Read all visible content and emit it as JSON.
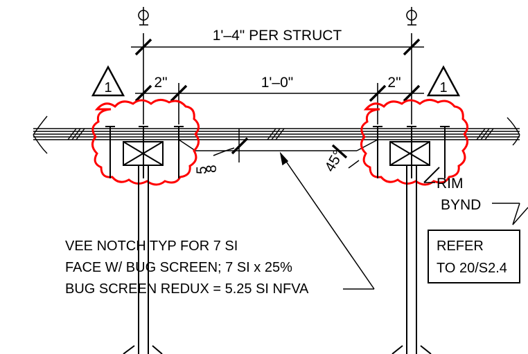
{
  "drawing": {
    "centerline_symbol": "CL",
    "dim_overall": "1'–4\" PER STRUCT",
    "dim_inner": "1'–0\"",
    "dim_left_offset": "2\"",
    "dim_right_offset": "2\"",
    "notch_depth_num": "5",
    "notch_depth_sep": "\"|",
    "notch_depth_den": "8",
    "angle_label": "45°",
    "revision_mark": "1",
    "rim_label": "RIM",
    "bynd_label": "BYND",
    "note_lines": [
      "VEE NOTCH TYP FOR 7 SI",
      "FACE W/ BUG SCREEN; 7 SI x 25%",
      "BUG SCREEN REDUX = 5.25 SI NFVA"
    ],
    "refer_lines": [
      "REFER",
      "TO 20/S2.4"
    ],
    "colors": {
      "line": "#000000",
      "revision_cloud": "#ff0000",
      "background": "#ffffff"
    }
  }
}
